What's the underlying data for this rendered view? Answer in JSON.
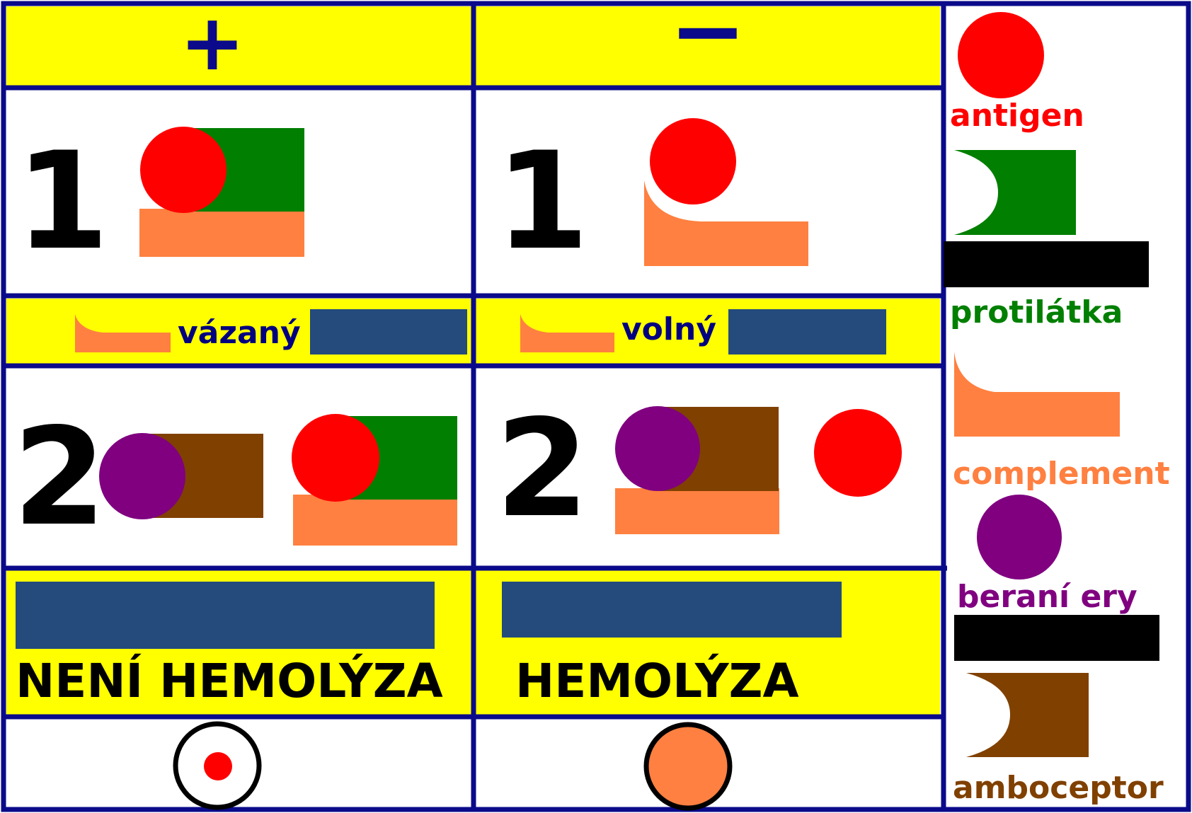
{
  "header": {
    "positive_symbol": "+",
    "negative_symbol": "−"
  },
  "steps": {
    "step1": "1",
    "step2": "2"
  },
  "complement_state": {
    "bound_label": "vázaný",
    "free_label": "volný"
  },
  "results": {
    "positive_text": "NENÍ HEMOLÝZA",
    "negative_text": "HEMOLÝZA"
  },
  "legend": {
    "antigen": "antigen",
    "antibody": "protilátka",
    "complement": "complement",
    "sheep_rbc": "beraní ery",
    "amboceptor": "amboceptor"
  },
  "colors": {
    "border": "#0a0a8a",
    "header_bg": "#ffff00",
    "antigen": "#ff0000",
    "antibody": "#007f00",
    "complement": "#ff8040",
    "sheep_rbc": "#800080",
    "amboceptor": "#804000",
    "redaction_blue": "#244b7c",
    "redaction_black": "#000000",
    "label_navy": "#000080"
  }
}
